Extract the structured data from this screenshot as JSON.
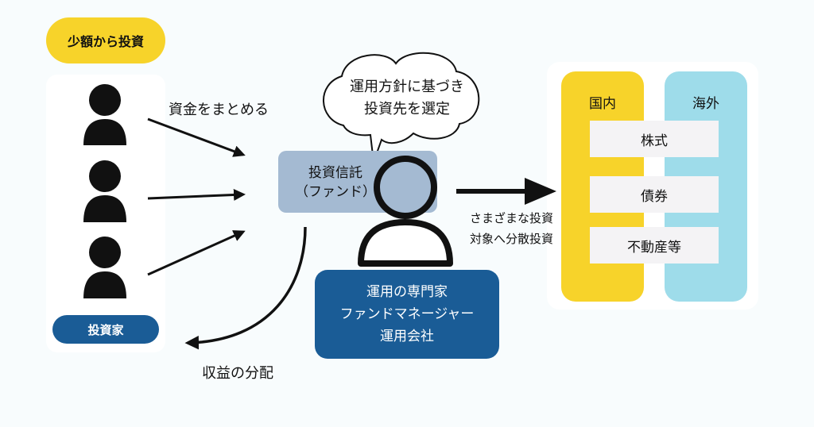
{
  "badges": {
    "small_amount": "少額から投資",
    "investor": "投資家"
  },
  "labels": {
    "pool_funds": "資金をまとめる",
    "distribution": "収益の分配",
    "diversify_line1": "さまざまな投資",
    "diversify_line2": "対象へ分散投資"
  },
  "bubble": {
    "line1": "運用方針に基づき",
    "line2": "投資先を選定"
  },
  "fund": {
    "line1": "投資信託",
    "line2": "（ファンド）"
  },
  "manager": {
    "line1": "運用の専門家",
    "line2": "ファンドマネージャー",
    "line3": "運用会社"
  },
  "assets": {
    "domestic_title": "国内",
    "overseas_title": "海外",
    "items": [
      "株式",
      "債券",
      "不動産等"
    ]
  },
  "colors": {
    "yellow": "#f7d32a",
    "navy": "#1a5c96",
    "light_blue": "#9edcea",
    "fund_blue": "#a4bad2",
    "grey_box": "#f4f3f5"
  },
  "icons": [
    "person-icon",
    "speech-bubble-icon",
    "arrow-icon",
    "curved-arrow-icon"
  ]
}
